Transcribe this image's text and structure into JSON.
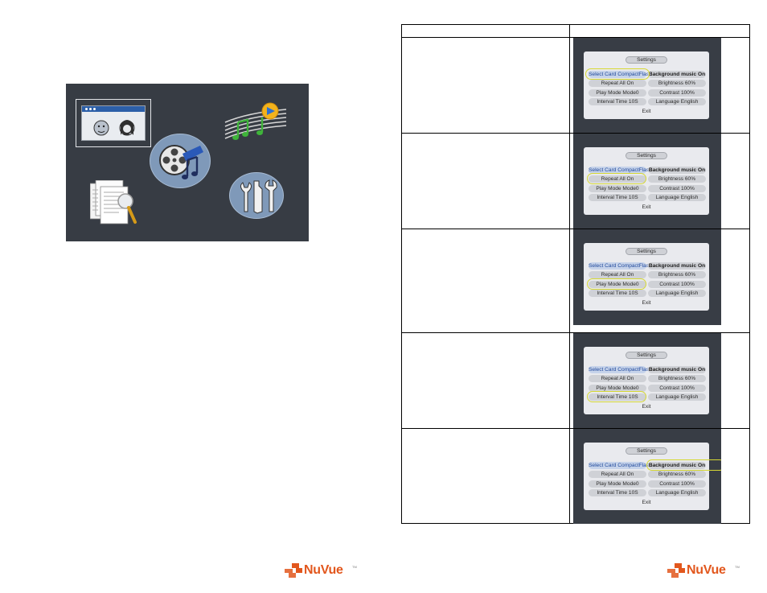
{
  "menu_screen": {
    "icons": [
      "photo-icon",
      "music-icon",
      "movie-icon",
      "text-viewer-icon",
      "setup-icon"
    ]
  },
  "settings_screens": [
    {
      "title": "Settings",
      "highlight": "select_card",
      "items": {
        "select_card": "Select Card CompactFlash",
        "background_music": "Background music On",
        "repeat_all": "Repeat All      On",
        "brightness": "Brightness 60%",
        "play_mode": "Play Mode    Mode0",
        "contrast": "Contrast 100%",
        "interval_time": "Interval Time   10S",
        "language": "Language  English"
      },
      "exit": "Exit"
    },
    {
      "title": "Settings",
      "highlight": "repeat_all",
      "items": {
        "select_card": "Select Card CompactFlash",
        "background_music": "Background music On",
        "repeat_all": "Repeat All      On",
        "brightness": "Brightness 60%",
        "play_mode": "Play Mode    Mode0",
        "contrast": "Contrast 100%",
        "interval_time": "Interval Time   10S",
        "language": "Language  English"
      },
      "exit": "Exit"
    },
    {
      "title": "Settings",
      "highlight": "play_mode",
      "items": {
        "select_card": "Select Card CompactFlash",
        "background_music": "Background music On",
        "repeat_all": "Repeat All      On",
        "brightness": "Brightness 60%",
        "play_mode": "Play Mode    Mode0",
        "contrast": "Contrast 100%",
        "interval_time": "Interval Time   10S",
        "language": "Language  English"
      },
      "exit": "Exit"
    },
    {
      "title": "Settings",
      "highlight": "interval_time",
      "items": {
        "select_card": "Select Card CompactFlash",
        "background_music": "Background music On",
        "repeat_all": "Repeat All      On",
        "brightness": "Brightness 60%",
        "play_mode": "Play Mode    Mode0",
        "contrast": "Contrast 100%",
        "interval_time": "Interval Time   10S",
        "language": "Language  English"
      },
      "exit": "Exit"
    },
    {
      "title": "Settings",
      "highlight": "background_music",
      "items": {
        "select_card": "Select Card CompactFlash",
        "background_music": "Background music On",
        "repeat_all": "Repeat All      On",
        "brightness": "Brightness 60%",
        "play_mode": "Play Mode    Mode0",
        "contrast": "Contrast 100%",
        "interval_time": "Interval Time   10S",
        "language": "Language  English"
      },
      "exit": "Exit"
    }
  ],
  "logo": {
    "name": "NuVue",
    "tm": "TM",
    "color": "#e2571d"
  },
  "colors": {
    "screen_bg": "#373c44",
    "panel_bg": "#e9eaee",
    "highlight_ring": "#d6d834",
    "selected_text": "#234b9c"
  }
}
